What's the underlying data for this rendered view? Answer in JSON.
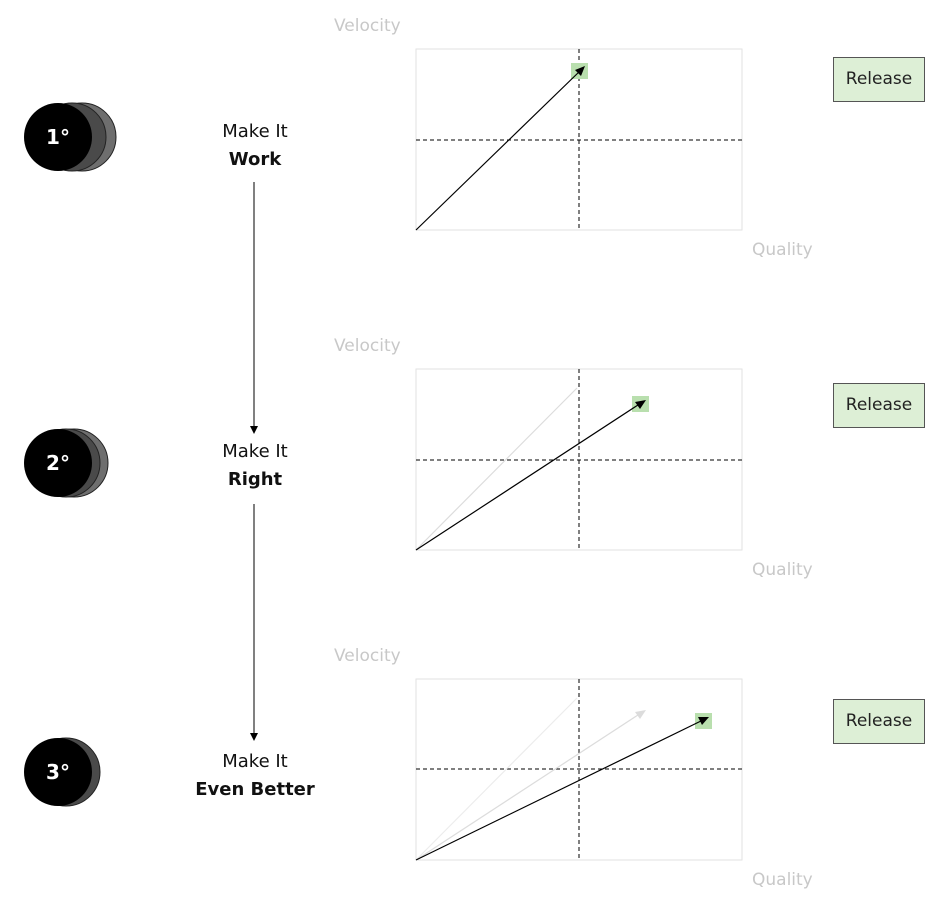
{
  "steps": [
    {
      "badge": "1°",
      "line1": "Make It",
      "line2": "Work"
    },
    {
      "badge": "2°",
      "line1": "Make It",
      "line2": "Right"
    },
    {
      "badge": "3°",
      "line1": "Make It",
      "line2": "Even Better"
    }
  ],
  "charts": [
    {
      "y_label": "Velocity",
      "x_label": "Quality",
      "release_label": "Release"
    },
    {
      "y_label": "Velocity",
      "x_label": "Quality",
      "release_label": "Release"
    },
    {
      "y_label": "Velocity",
      "x_label": "Quality",
      "release_label": "Release"
    }
  ],
  "colors": {
    "badge_fill": "#000000",
    "badge_layer_1": "#4a4a4a",
    "badge_layer_2": "#6e6e6e",
    "release_fill": "#ddefd6",
    "target_marker": "#b9dfae",
    "axis_text": "#c8c8c8",
    "faded_arrow": "#dcdcdc"
  },
  "icons": {
    "badge": "stacked-circles-icon",
    "target": "green-square-marker-icon",
    "arrow": "arrow-icon"
  }
}
